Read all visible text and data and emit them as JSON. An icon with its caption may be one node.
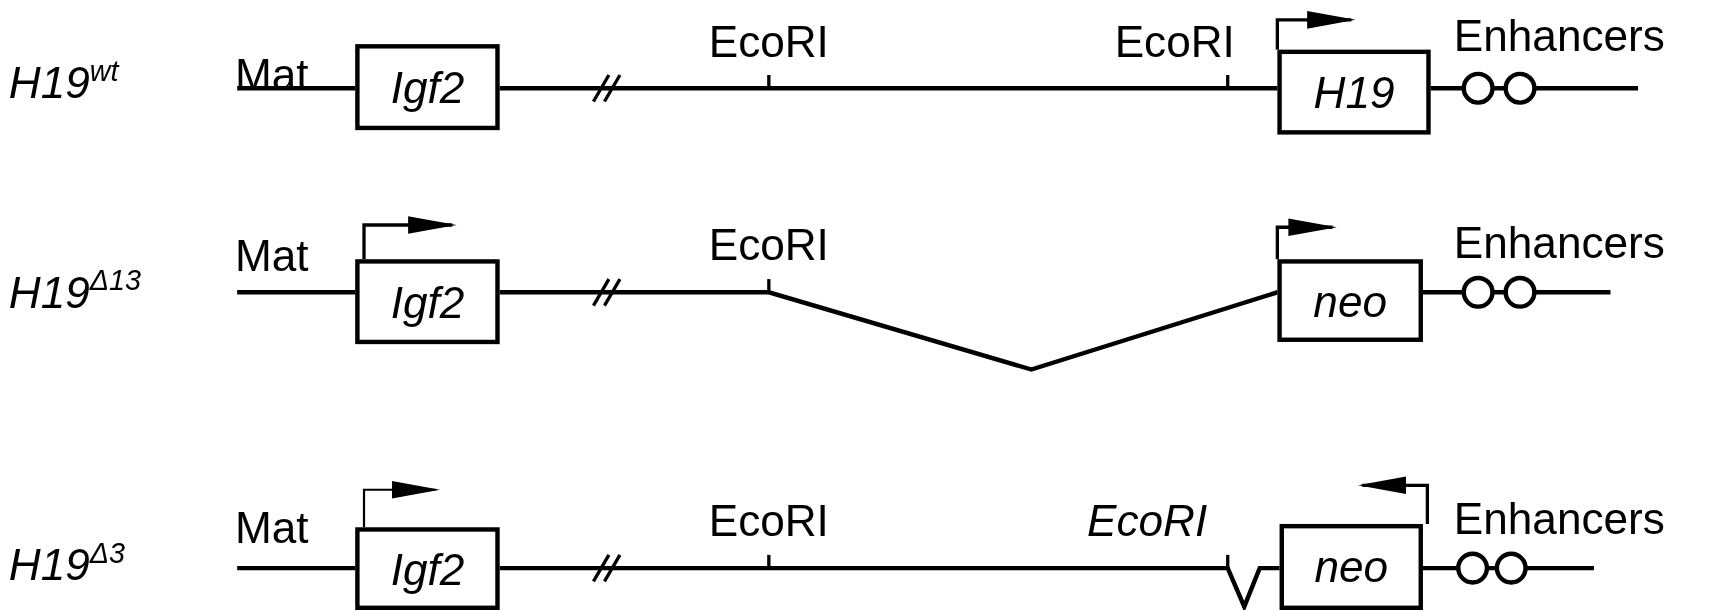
{
  "diagram": {
    "nodes": [
      {
        "text": [
          "Igf2"
        ]
      },
      {
        "text": [
          "H19"
        ]
      },
      {
        "text": [
          "Igf2"
        ]
      },
      {
        "text": [
          "neo"
        ]
      },
      {
        "text": [
          "Igf2"
        ]
      },
      {
        "text": [
          "neo"
        ]
      }
    ],
    "edges": [
      {
        "from": 1,
        "to": null,
        "arrow": "to"
      },
      {
        "from": 2,
        "to": null,
        "arrow": "to"
      },
      {
        "from": 3,
        "to": null,
        "arrow": "to"
      },
      {
        "from": 4,
        "to": null,
        "arrow": "to"
      },
      {
        "from": 5,
        "to": null,
        "arrow": "to"
      }
    ],
    "labels": [
      "H19$^{wt}$",
      "Mat",
      "EcoRI",
      "EcoRI",
      "Enhancers",
      "H19$^{Δ13}$",
      "Mat",
      "EcoRI",
      "Enhancers",
      "H19$^{Δ3}$",
      "Mat",
      "EcoRI",
      "EcoRI",
      "Enhancers"
    ]
  }
}
